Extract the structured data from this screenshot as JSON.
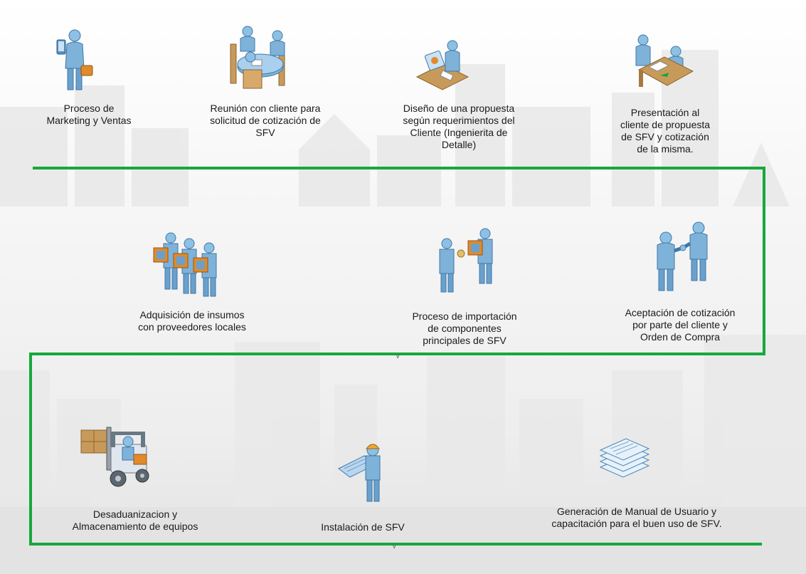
{
  "steps": [
    {
      "id": "marketing",
      "icon": "marketer-with-briefcase-icon",
      "lines": [
        "Proceso de",
        "Marketing y Ventas"
      ]
    },
    {
      "id": "reunion",
      "icon": "meeting-table-icon",
      "lines": [
        "Reunión con cliente para",
        "solicitud de cotización de",
        "SFV"
      ]
    },
    {
      "id": "diseno",
      "icon": "design-desk-icon",
      "lines": [
        "Diseño de una propuesta",
        "según requerimientos del",
        "Cliente (Ingenierita de",
        "Detalle)"
      ]
    },
    {
      "id": "presentacion",
      "icon": "presentation-desk-icon",
      "lines": [
        "Presentación al",
        "cliente de propuesta",
        "de SFV y cotización",
        "de la misma."
      ]
    },
    {
      "id": "adquisicion",
      "icon": "suppliers-with-boxes-icon",
      "lines": [
        "Adquisición de insumos",
        "con proveedores locales"
      ]
    },
    {
      "id": "importacion",
      "icon": "package-exchange-icon",
      "lines": [
        "Proceso de importación",
        "de componentes",
        "principales de SFV"
      ]
    },
    {
      "id": "aceptacion",
      "icon": "handshake-icon",
      "lines": [
        "Aceptación de cotización",
        "por parte del cliente y",
        "Orden de Compra"
      ]
    },
    {
      "id": "desaduanizacion",
      "icon": "forklift-icon",
      "lines": [
        "Desaduanizacion y",
        "Almacenamiento de equipos"
      ]
    },
    {
      "id": "instalacion",
      "icon": "installer-with-blueprint-icon",
      "lines": [
        "Instalación de SFV"
      ]
    },
    {
      "id": "manual",
      "icon": "document-stack-icon",
      "lines": [
        "Generación de Manual de Usuario y",
        "capacitación para el buen uso de SFV."
      ]
    }
  ],
  "colors": {
    "flow_line": "#16a83b",
    "person_body": "#7fb2d8",
    "person_shade": "#4a86b8",
    "box": "#e08a2b",
    "wood": "#c89a5a"
  }
}
